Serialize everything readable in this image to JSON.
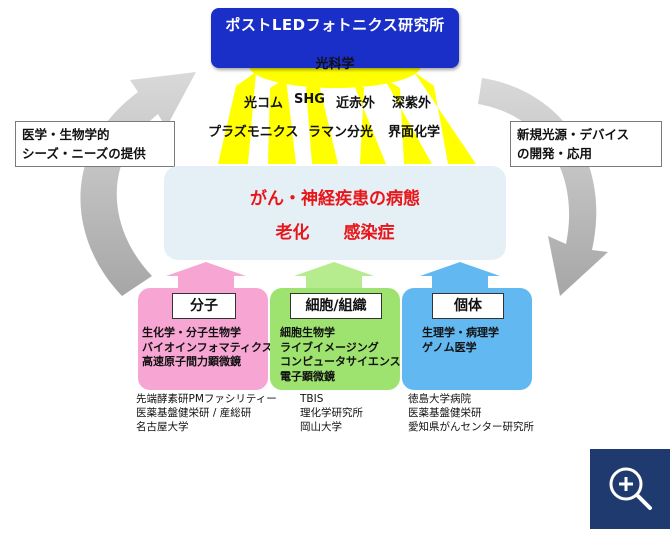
{
  "title": "ポストLEDフォトニクス研究所",
  "sun_label": "光科学",
  "technologies": [
    "光コム",
    "SHG",
    "近赤外",
    "深紫外",
    "プラズモニクス",
    "ラマン分光",
    "界面化学"
  ],
  "left_box": [
    "医学・生物学的",
    "シーズ・ニーズの提供"
  ],
  "right_box": [
    "新規光源・デバイス",
    "の開発・応用"
  ],
  "center": {
    "line1": "がん・神経疾患の病態",
    "line2": "老化　　感染症"
  },
  "groups": [
    {
      "title": "分子",
      "color": "#f7a6d3",
      "arrow_color": "#f7a6d3",
      "items": [
        "生化学・分子生物学",
        "バイオインフォマティクス",
        "高速原子間力顕微鏡"
      ],
      "institutions": [
        "先端酵素研PMファシリティー",
        "医薬基盤健栄研 / 産総研",
        "名古屋大学"
      ]
    },
    {
      "title": "細胞/組織",
      "color": "#9ee36f",
      "arrow_color": "#b6ec8d",
      "items": [
        "細胞生物学",
        "ライブイメージング",
        "コンピュータサイエンス",
        "電子顕微鏡"
      ],
      "institutions": [
        "TBIS",
        "理化学研究所",
        "岡山大学"
      ]
    },
    {
      "title": "個体",
      "color": "#62b8f0",
      "arrow_color": "#62b8f0",
      "items": [
        "生理学・病理学",
        "ゲノム医学"
      ],
      "institutions": [
        "徳島大学病院",
        "医薬基盤健栄研",
        "愛知県がんセンター研究所"
      ]
    }
  ],
  "colors": {
    "title_bg": "#1a2ec8",
    "sun": "#ffff00",
    "center_bg": "#e4f0f6",
    "center_text": "#e8161a",
    "cycle_arrow": "#bfbfbf",
    "zoom_bg": "#1e3a6e"
  },
  "icons": {
    "zoom": "zoom-in-icon"
  }
}
